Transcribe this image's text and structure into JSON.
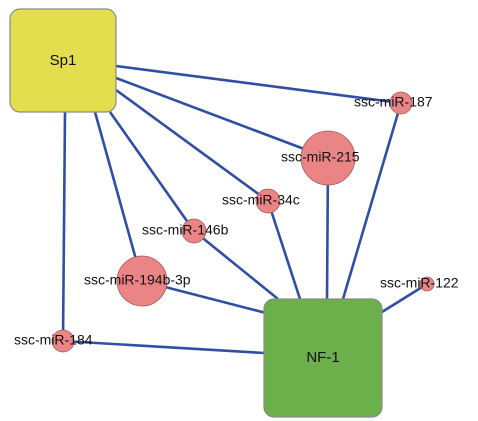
{
  "network": {
    "tf_nodes": [
      {
        "id": "sp1",
        "label": "Sp1",
        "color": "#e3de4e"
      },
      {
        "id": "nf1",
        "label": "NF-1",
        "color": "#6bb04b"
      }
    ],
    "mirna_nodes": [
      {
        "id": "mir187",
        "label": "ssc-miR-187",
        "color": "#eb8585"
      },
      {
        "id": "mir215",
        "label": "ssc-miR-215",
        "color": "#eb8585"
      },
      {
        "id": "mir34c",
        "label": "ssc-miR-34c",
        "color": "#eb8585"
      },
      {
        "id": "mir146b",
        "label": "ssc-miR-146b",
        "color": "#eb8585"
      },
      {
        "id": "mir194b",
        "label": "ssc-miR-194b-3p",
        "color": "#eb8585"
      },
      {
        "id": "mir184",
        "label": "ssc-miR-184",
        "color": "#eb8585"
      },
      {
        "id": "mir122",
        "label": "ssc-miR-122",
        "color": "#eb8585"
      }
    ],
    "edges": [
      [
        "sp1",
        "mir187"
      ],
      [
        "sp1",
        "mir215"
      ],
      [
        "sp1",
        "mir34c"
      ],
      [
        "sp1",
        "mir146b"
      ],
      [
        "sp1",
        "mir194b"
      ],
      [
        "sp1",
        "mir184"
      ],
      [
        "nf1",
        "mir187"
      ],
      [
        "nf1",
        "mir215"
      ],
      [
        "nf1",
        "mir34c"
      ],
      [
        "nf1",
        "mir146b"
      ],
      [
        "nf1",
        "mir194b"
      ],
      [
        "nf1",
        "mir184"
      ],
      [
        "nf1",
        "mir122"
      ]
    ],
    "edge_color": "#2f4fa3"
  }
}
